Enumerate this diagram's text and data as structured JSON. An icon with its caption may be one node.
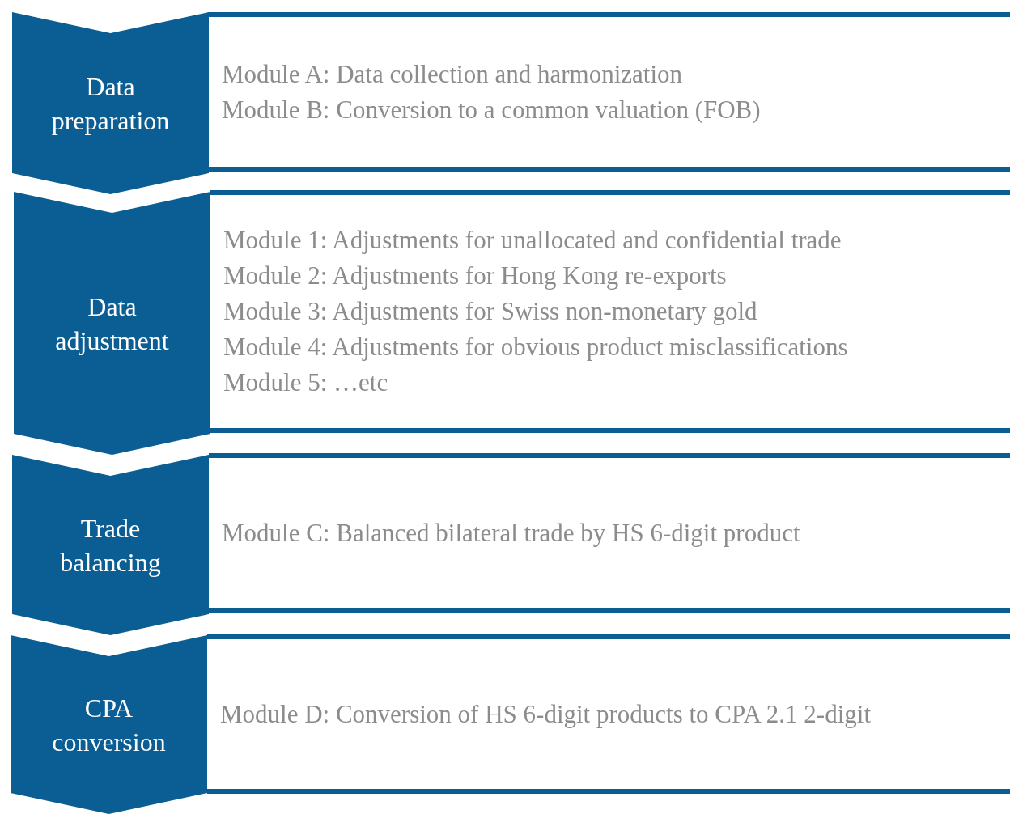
{
  "diagram": {
    "nodes": [
      {
        "text": [
          "Data preparation"
        ]
      },
      {
        "text": [
          "Module A: Data collection and harmonization",
          "Module B: Conversion to a common valuation (FOB)"
        ]
      },
      {
        "text": [
          "Data adjustment"
        ]
      },
      {
        "text": [
          "Module 1: Adjustments for unallocated and confidential trade",
          "Module 2: Adjustments for Hong Kong re-exports",
          "Module 3: Adjustments for Swiss non-monetary gold",
          "Module 4: Adjustments for obvious product misclassifications",
          "Module 5: …etc"
        ]
      },
      {
        "text": [
          "Trade balancing"
        ]
      },
      {
        "text": [
          "Module C: Balanced bilateral trade by HS 6-digit product"
        ]
      },
      {
        "text": [
          "CPA conversion"
        ]
      },
      {
        "text": [
          "Module D: Conversion of HS 6-digit products to CPA 2.1 2-digit"
        ]
      }
    ]
  }
}
